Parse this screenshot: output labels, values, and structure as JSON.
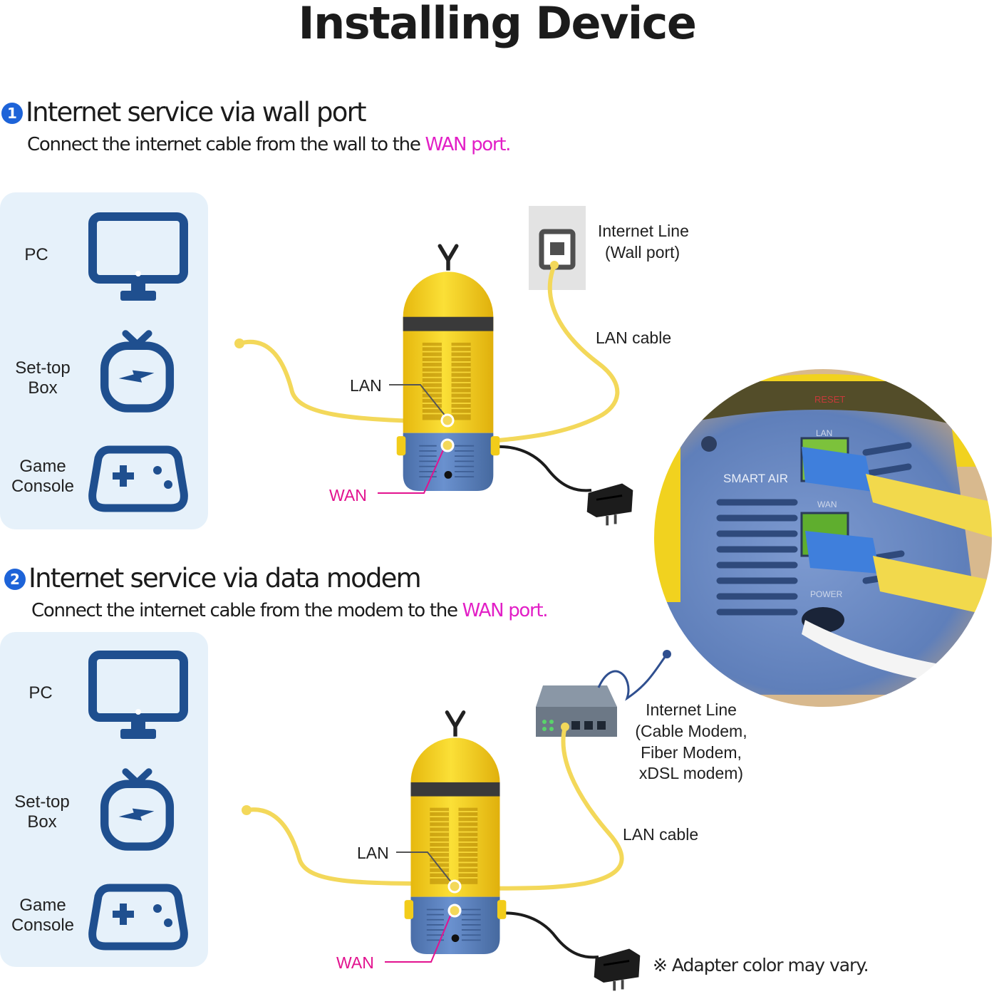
{
  "title": "Installing Device",
  "section1": {
    "number": "1",
    "heading": "Internet service via wall port",
    "subtitle_prefix": "Connect the internet cable from the wall to the ",
    "subtitle_highlight": "WAN port.",
    "devices": [
      {
        "label": "PC",
        "icon": "monitor-icon"
      },
      {
        "label": "Set-top Box",
        "icon": "settop-box-icon"
      },
      {
        "label": "Game Console",
        "icon": "gamepad-icon"
      }
    ],
    "labels": {
      "lan": "LAN",
      "wan": "WAN",
      "internet_line_1": "Internet Line",
      "internet_line_2": "(Wall port)",
      "lan_cable": "LAN cable"
    }
  },
  "section2": {
    "number": "2",
    "heading": "Internet service via data modem",
    "subtitle_prefix": "Connect the internet cable from the modem to the ",
    "subtitle_highlight": "WAN port.",
    "devices": [
      {
        "label": "PC",
        "icon": "monitor-icon"
      },
      {
        "label": "Set-top Box",
        "icon": "settop-box-icon"
      },
      {
        "label": "Game Console",
        "icon": "gamepad-icon"
      }
    ],
    "labels": {
      "lan": "LAN",
      "wan": "WAN",
      "internet_line_1": "Internet Line",
      "internet_line_2": "(Cable Modem,",
      "internet_line_3": "Fiber Modem,",
      "internet_line_4": "xDSL modem)",
      "lan_cable": "LAN cable"
    }
  },
  "photo_labels": {
    "reset": "RESET",
    "lan": "LAN",
    "wan": "WAN",
    "power": "POWER",
    "brand": "SMART AIR"
  },
  "note": "※ Adapter color may vary.",
  "colors": {
    "router_yellow": "#f5d21c",
    "router_blue": "#5a80bd",
    "icon_navy": "#1f4f8f",
    "panel_bg": "#e6f1fa",
    "cable_yellow": "#f3d85a",
    "highlight_pink": "#e21fc6",
    "wan_pink": "#e2128f",
    "badge_blue": "#1d63d8"
  }
}
